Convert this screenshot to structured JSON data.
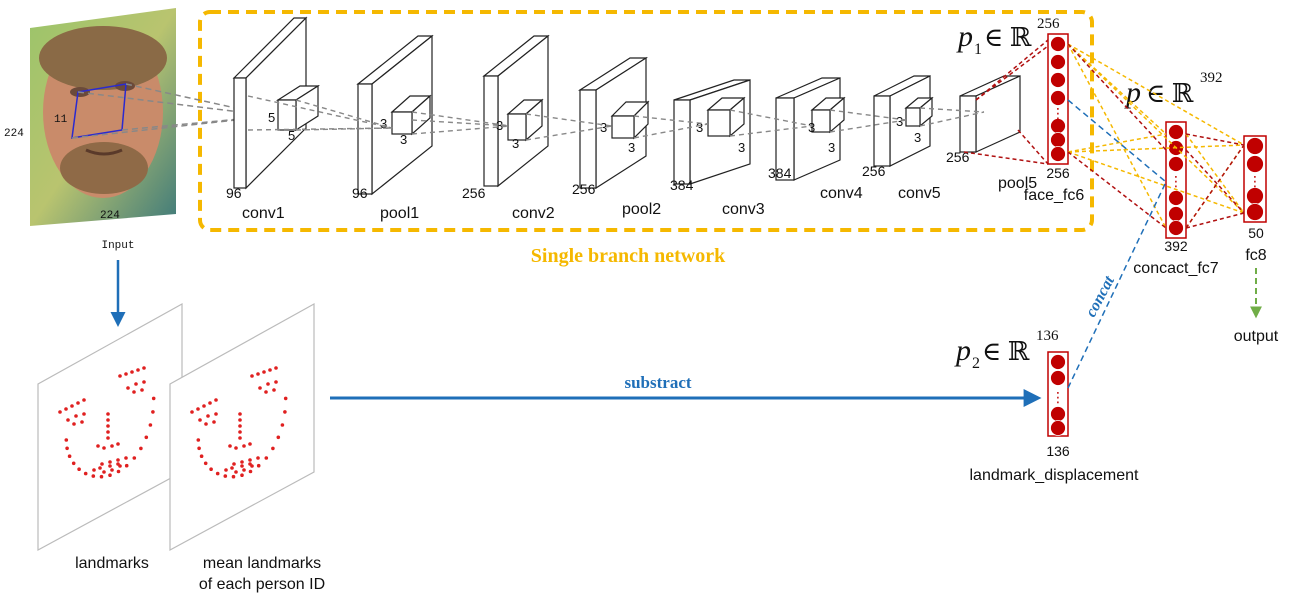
{
  "input": {
    "caption": "Input",
    "height_label": "224",
    "width_label": "224",
    "patch_label": "11"
  },
  "branch": {
    "title": "Single branch network",
    "layers": [
      {
        "name": "conv1",
        "depth": "96",
        "k1": "5",
        "k2": "5"
      },
      {
        "name": "pool1",
        "depth": "96",
        "k1": "3",
        "k2": "3"
      },
      {
        "name": "conv2",
        "depth": "256",
        "k1": "3",
        "k2": "3"
      },
      {
        "name": "pool2",
        "depth": "256",
        "k1": "3",
        "k2": "3"
      },
      {
        "name": "conv3",
        "depth": "384",
        "k1": "3",
        "k2": "3"
      },
      {
        "name": "conv4",
        "depth": "384",
        "k1": "3",
        "k2": "3"
      },
      {
        "name": "conv5",
        "depth": "256",
        "k1": "3",
        "k2": "3"
      },
      {
        "name": "pool5",
        "depth": "256"
      }
    ]
  },
  "face_fc6": {
    "name": "face_fc6",
    "size": "256",
    "formula_var": "p",
    "formula_sub": "1",
    "formula_sup": "256"
  },
  "concat_fc7": {
    "name": "concact_fc7",
    "size": "392",
    "formula_var": "p",
    "formula_sup": "392"
  },
  "fc8": {
    "name": "fc8",
    "size": "50"
  },
  "output": {
    "label": "output"
  },
  "landmark_displacement": {
    "name": "landmark_displacement",
    "size": "136",
    "formula_var": "p",
    "formula_sub": "2",
    "formula_sup": "136"
  },
  "connections": {
    "concat_label": "concat",
    "subtract_label": "substract"
  },
  "landmarks": {
    "label_1": "landmarks",
    "label_2_line1": "mean landmarks",
    "label_2_line2": "of each person ID"
  },
  "colors": {
    "yellow": "#F5B800",
    "blue": "#1F6FB8",
    "darkred": "#B01010",
    "green": "#70AD47",
    "node_red": "#C00000"
  }
}
